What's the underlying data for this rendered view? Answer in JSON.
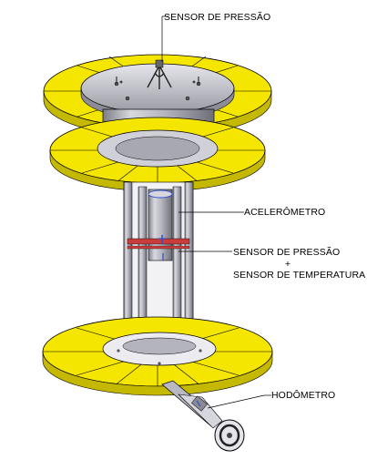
{
  "labels": {
    "pressure_top": "SENSOR DE PRESSÃO",
    "accelerometer": "ACELERÔMETRO",
    "pressure_mid": "SENSOR DE PRESSÃO",
    "plus": "+",
    "temperature": "SENSOR DE TEMPERATURA",
    "odometer": "HODÔMETRO"
  },
  "colors": {
    "fins": "#f5e600",
    "fins_dark": "#b8ac00",
    "metal": "#c8c8d0",
    "metal_dark": "#8a8a94",
    "ring_red": "#c83c3c",
    "accent_blue": "#3050c8",
    "lines": "#000000"
  }
}
